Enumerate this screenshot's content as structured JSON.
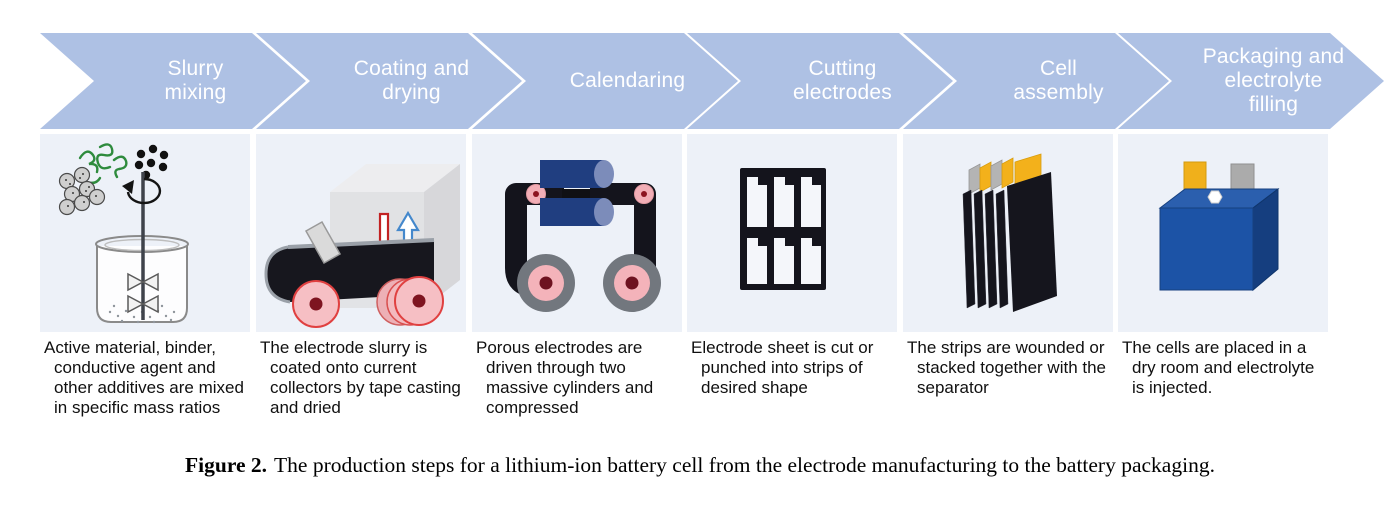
{
  "steps": [
    {
      "label": "Slurry\nmixing",
      "icon": "slurry-mixing-beaker-icon",
      "description": "Active material, binder, conductive agent and other additives are mixed in specific mass ratios"
    },
    {
      "label": "Coating and\ndrying",
      "icon": "coating-drying-conveyor-icon",
      "description": "The electrode slurry is coated onto current collectors by tape casting and dried"
    },
    {
      "label": "Calendaring",
      "icon": "calendaring-rollers-icon",
      "description": "Porous electrodes are driven through two massive cylinders and compressed"
    },
    {
      "label": "Cutting\nelectrodes",
      "icon": "cutting-electrode-sheet-icon",
      "description": "Electrode sheet is cut or punched into strips of desired shape"
    },
    {
      "label": "Cell\nassembly",
      "icon": "cell-assembly-stack-icon",
      "description": "The strips are wounded or stacked together with the separator"
    },
    {
      "label": "Packaging and\nelectrolyte\nfilling",
      "icon": "packaging-electrolyte-cell-icon",
      "description": "The cells are placed in a dry room and electrolyte is injected."
    }
  ],
  "caption": {
    "label": "Figure 2.",
    "text": "The production steps for a lithium-ion battery cell from the electrode manufacturing to the battery packaging."
  },
  "colors": {
    "chevron_fill": "#aec1e4",
    "chevron_text": "#ffffff",
    "panel_background": "#edf1f8",
    "electrode_black": "#15151d",
    "roller_pink": "#f4b6bd",
    "roller_red": "#d83535",
    "cylinder_blue": "#203e80",
    "cell_blue": "#1c53a6",
    "tab_yellow": "#f0b01b",
    "tab_gray": "#ababab",
    "binder_green": "#2e8b3d"
  }
}
